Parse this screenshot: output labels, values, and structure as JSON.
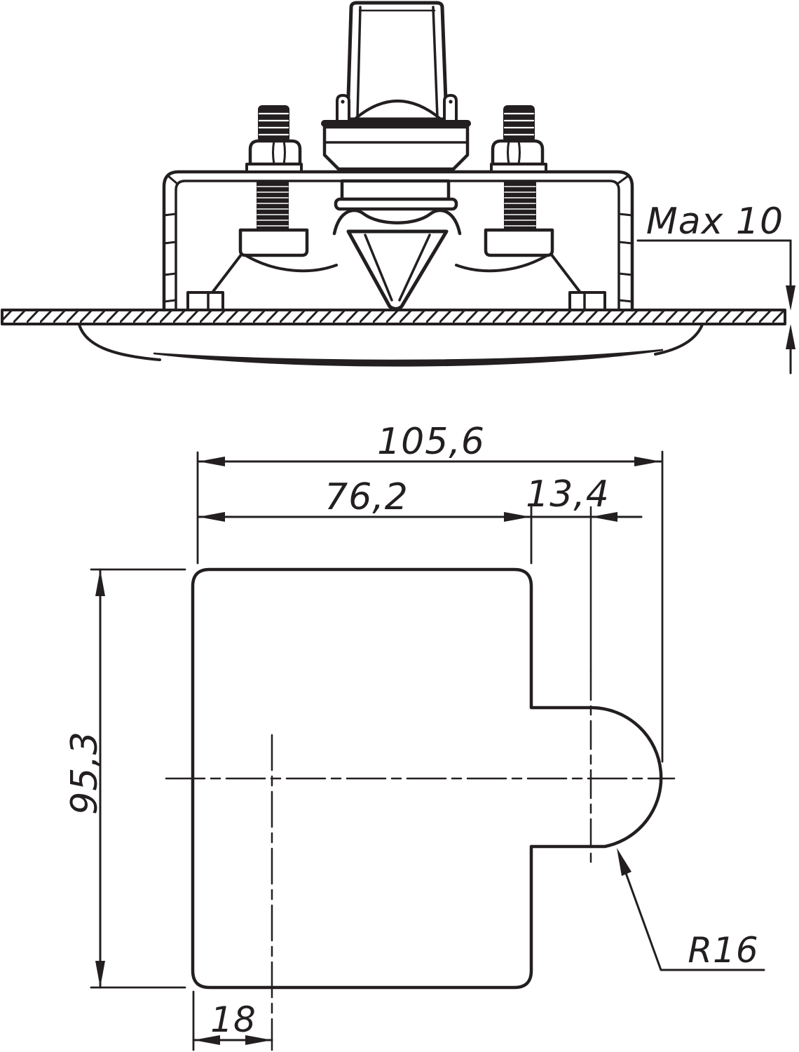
{
  "drawing": {
    "background": "#ffffff",
    "line_color": "#231f20",
    "side_view": {
      "name": "latch-side-view-on-panel",
      "panel_thickness_dim": "Max 10"
    },
    "cutout_view": {
      "name": "panel-cutout-template",
      "overall_width": "105,6",
      "cutout_width": "76,2",
      "bump_center_offset": "13,4",
      "cutout_height": "95,3",
      "edge_to_centerline": "18",
      "bump_radius": "R16"
    }
  }
}
